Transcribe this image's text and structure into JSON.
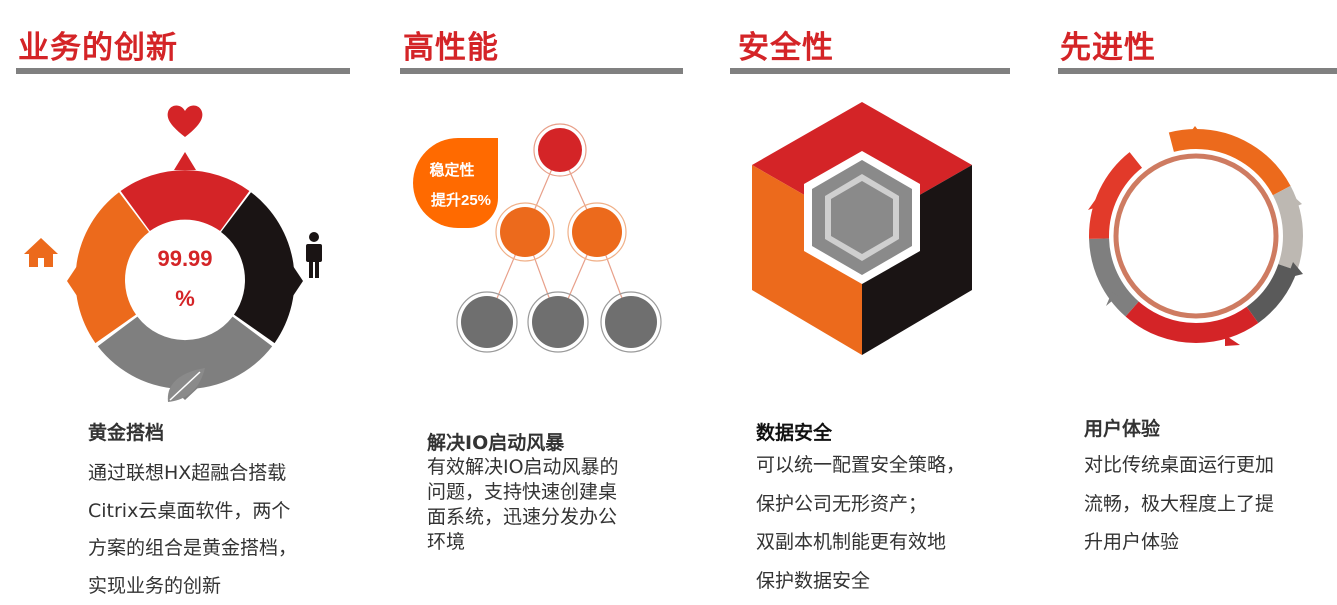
{
  "sections": [
    {
      "title": "业务的创新",
      "center_value": "99.99",
      "center_unit": "%",
      "subtitle": "黄金搭档",
      "lines": [
        "通过联想HX超融合搭载",
        "Citrix云桌面软件，两个",
        "方案的组合是黄金搭档，",
        "实现业务的创新"
      ]
    },
    {
      "title": "高性能",
      "badge_line1": "稳定性",
      "badge_line2": "提升25%",
      "subtitle": "解决IO启动风暴",
      "lines": [
        "有效解决IO启动风暴的",
        "问题，支持快速创建桌",
        "面系统，迅速分发办公",
        "环境"
      ]
    },
    {
      "title": "安全性",
      "subtitle": "数据安全",
      "lines": [
        "可以统一配置安全策略，",
        "保护公司无形资产；",
        "双副本机制能更有效地",
        "保护数据安全"
      ]
    },
    {
      "title": "先进性",
      "subtitle": "用户体验",
      "lines": [
        "对比传统桌面运行更加",
        "流畅，极大程度上了提",
        "升用户体验"
      ]
    }
  ],
  "colors": {
    "red": "#d42427",
    "orange": "#ec6a1c",
    "black": "#1a1414",
    "gray": "#7f7f7f",
    "light_gray": "#bdb8b2",
    "rule": "#808080"
  },
  "icons": [
    "heart-icon",
    "person-icon",
    "house-icon",
    "leaf-icon"
  ]
}
